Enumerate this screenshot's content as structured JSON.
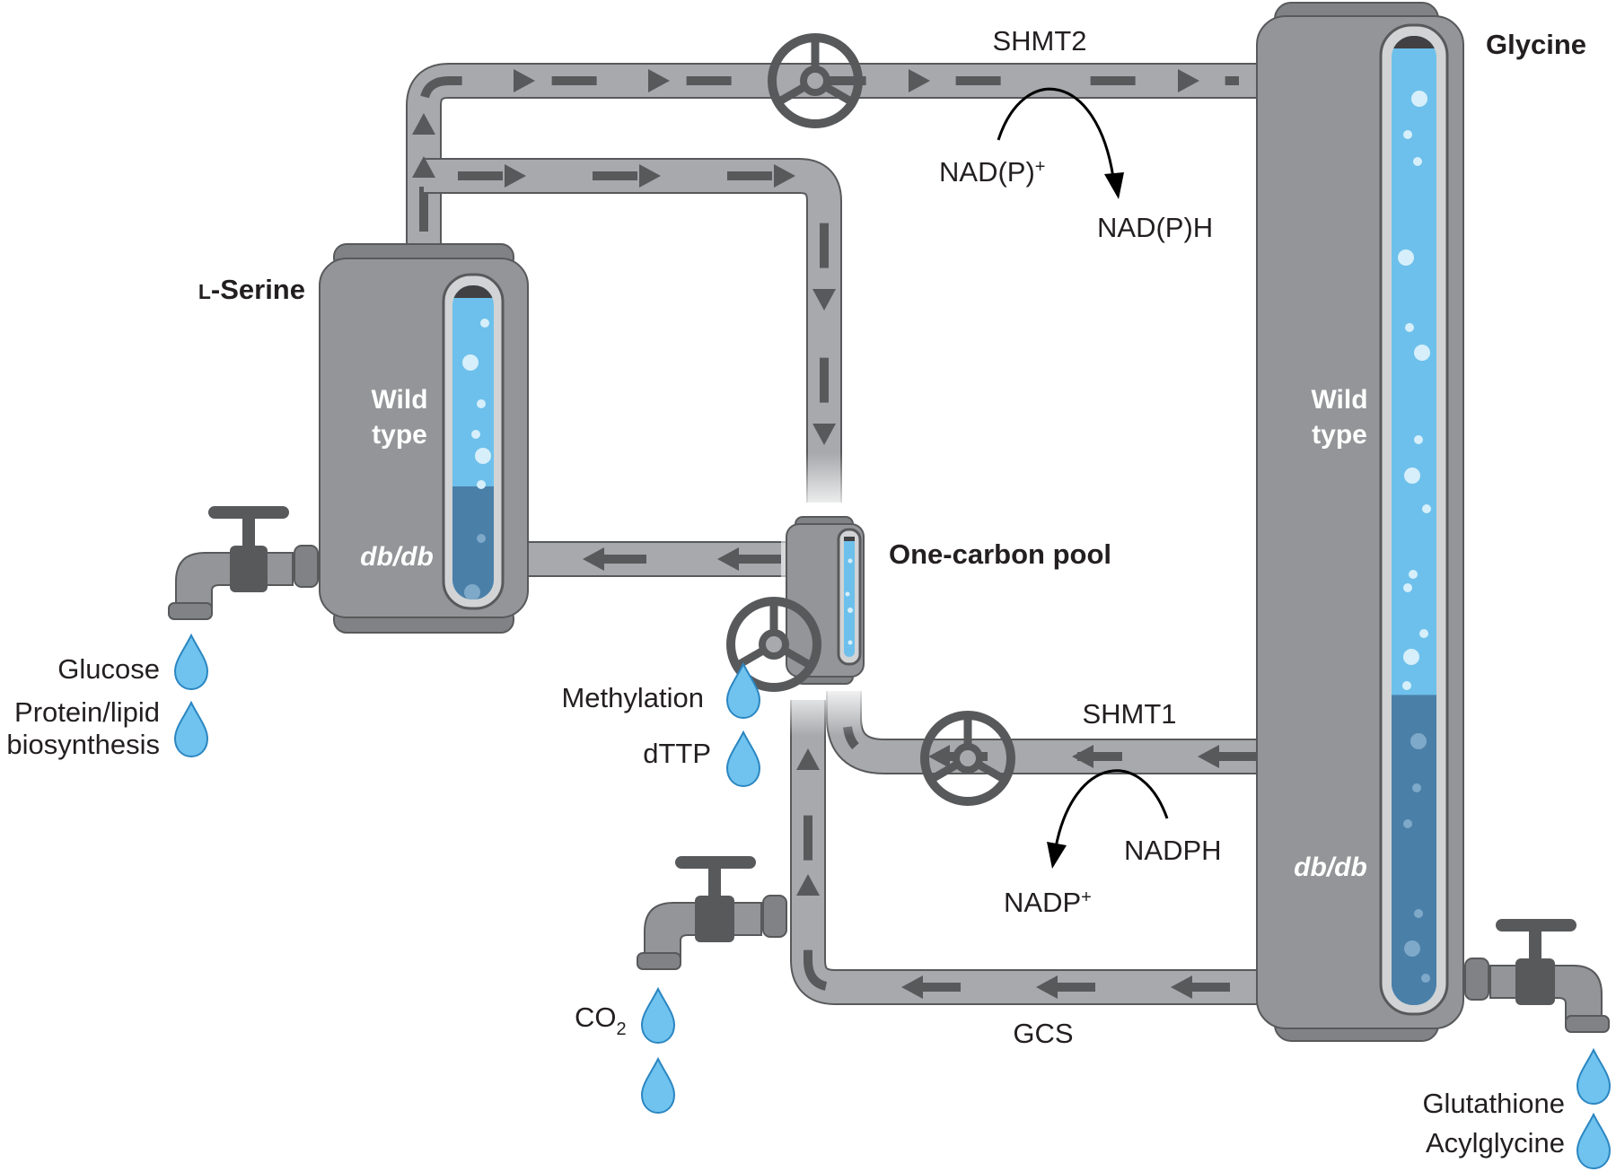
{
  "enzymes": {
    "shmt2": "SHMT2",
    "shmt1": "SHMT1",
    "gcs": "GCS"
  },
  "cofactors": {
    "nadp_plus_top": "NAD(P)",
    "nadp_plus_top_sup": "+",
    "nadph_top": "NAD(P)H",
    "nadph": "NADPH",
    "nadp_plus": "NADP",
    "nadp_plus_sup": "+"
  },
  "reservoirs": {
    "serine": {
      "prefix": "L",
      "name": "-Serine",
      "wild_line1": "Wild",
      "wild_line2": "type",
      "mutant": "db/db"
    },
    "glycine": {
      "name": "Glycine",
      "wild_line1": "Wild",
      "wild_line2": "type",
      "mutant": "db/db"
    },
    "onecarbon": {
      "name": "One-carbon pool"
    }
  },
  "outputs": {
    "glucose": "Glucose",
    "protein_line1": "Protein/lipid",
    "protein_line2": "biosynthesis",
    "methylation": "Methylation",
    "dttp": "dTTP",
    "co2_main": "CO",
    "co2_sub": "2",
    "glutathione": "Glutathione",
    "acylglycine": "Acylglycine"
  },
  "levels": {
    "serine_db_db_fraction": 0.36,
    "glycine_db_db_fraction": 0.32
  },
  "colors": {
    "pipe": "#a7a9ac",
    "pipe_edge": "#58595b",
    "tank": "#939598",
    "wild_type_fill": "#6dc0eb",
    "db_db_fill": "#4a7fa8",
    "drop": "#6fc3ee"
  }
}
